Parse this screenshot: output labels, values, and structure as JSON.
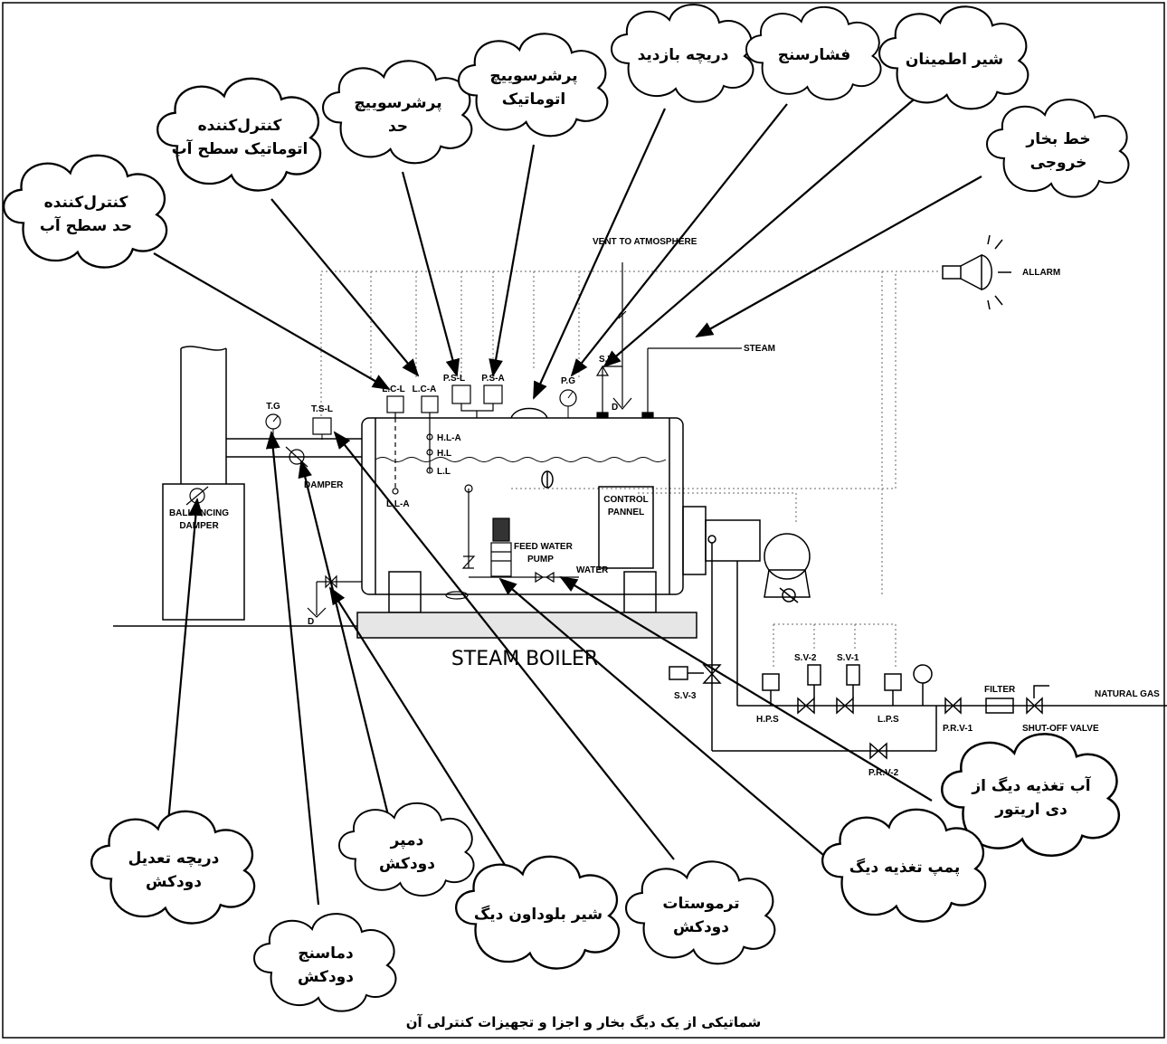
{
  "caption": "شماتیکی از یک دیگ بخار و اجزا و تجهیزات کنترلی آن",
  "title": "STEAM BOILER",
  "colors": {
    "line": "#000000",
    "cloud_fill": "#ffffff",
    "foundation": "#e6e6e6"
  },
  "equipment": {
    "vent": "VENT TO ATMOSPHERE",
    "allarm": "ALLARM",
    "steam": "STEAM",
    "sv": "S.V",
    "d1": "D",
    "d2": "D",
    "pg": "P.G",
    "psa": "P.S-A",
    "psl": "P.S-L",
    "lca": "L.C-A",
    "lcl": "L.C-L",
    "tsl": "T.S-L",
    "tg": "T.G",
    "hla": "H.L-A",
    "hl": "H.L",
    "ll": "L.L",
    "lla": "L.L-A",
    "damper": "DAMPER",
    "ballancing1": "BALLANCING",
    "ballancing2": "DAMPER",
    "control1": "CONTROL",
    "control2": "PANNEL",
    "feed1": "FEED WATER",
    "feed2": "PUMP",
    "water": "WATER",
    "sv3": "S.V-3",
    "sv2": "S.V-2",
    "sv1": "S.V-1",
    "hps": "H.P.S",
    "lps": "L.P.S",
    "prv1": "P.R.V-1",
    "prv2": "P.R.V-2",
    "filter": "FILTER",
    "shutoff": "SHUT-OFF VALVE",
    "gas": "NATURAL GAS"
  },
  "callouts": [
    {
      "l1": "کنترل‌کننده",
      "l2": "حد سطح آب"
    },
    {
      "l1": "کنترل‌کننده",
      "l2": "اتوماتیک سطح آب"
    },
    {
      "l1": "پرشرسوییچ",
      "l2": "حد"
    },
    {
      "l1": "پرشرسوییچ",
      "l2": "اتوماتیک"
    },
    {
      "l1": "دریچه بازدید",
      "l2": ""
    },
    {
      "l1": "فشارسنج",
      "l2": ""
    },
    {
      "l1": "شیر اطمینان",
      "l2": ""
    },
    {
      "l1": "خط بخار",
      "l2": "خروجی"
    },
    {
      "l1": "آب تغذیه دیگ از",
      "l2": "دی اریتور"
    },
    {
      "l1": "پمپ تغذیه دیگ",
      "l2": ""
    },
    {
      "l1": "ترموستات",
      "l2": "دودکش"
    },
    {
      "l1": "شیر بلوداون دیگ",
      "l2": ""
    },
    {
      "l1": "دمپر",
      "l2": "دودکش"
    },
    {
      "l1": "دماسنج",
      "l2": "دودکش"
    },
    {
      "l1": "دریچه تعدیل",
      "l2": "دودکش"
    }
  ]
}
